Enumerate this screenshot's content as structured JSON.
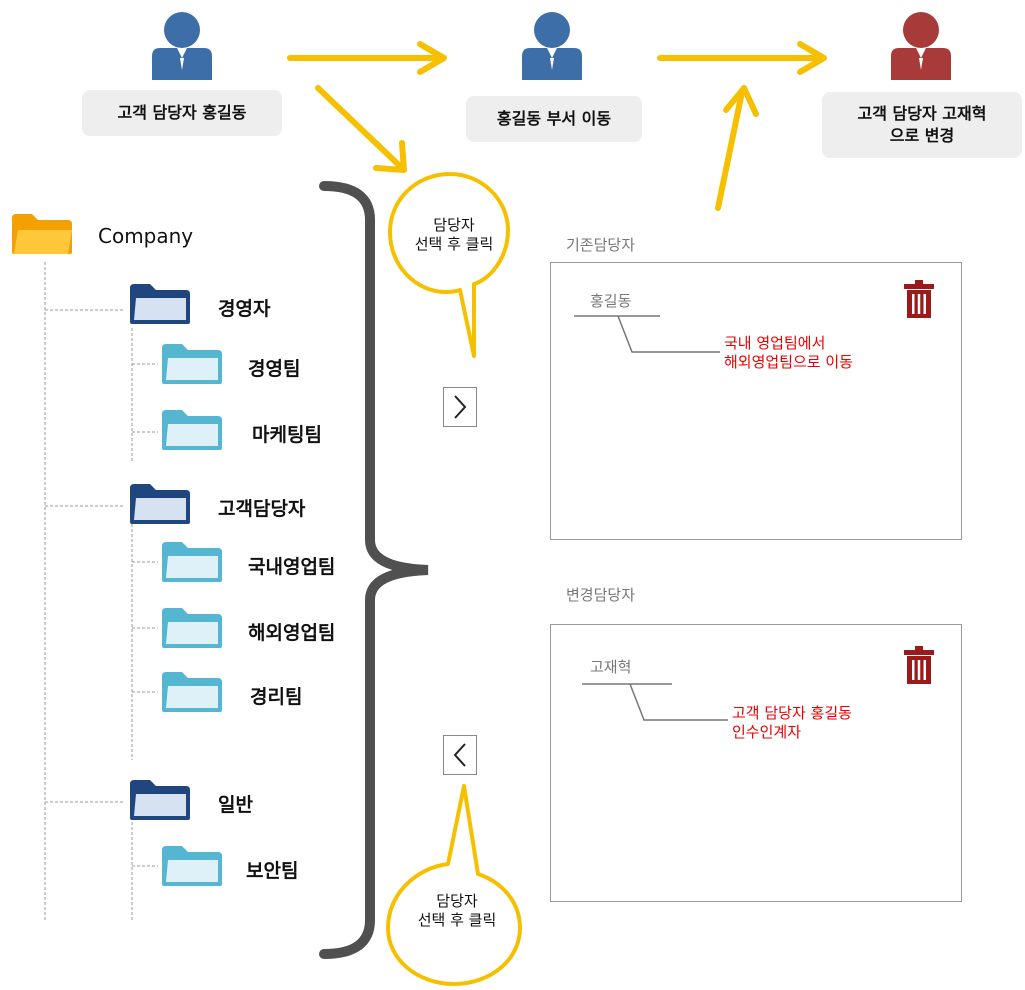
{
  "people": {
    "p1": "고객 담당자 홍길동",
    "p2": "홍길동 부서 이동",
    "p3": "고객 담당자 고재혁\n으로 변경"
  },
  "tree": {
    "root": "Company",
    "groups": [
      {
        "label": "경영자",
        "children": [
          "경영팀",
          "마케팅팀"
        ]
      },
      {
        "label": "고객담당자",
        "children": [
          "국내영업팀",
          "해외영업팀",
          "경리팀"
        ]
      },
      {
        "label": "일반",
        "children": [
          "보안팀"
        ]
      }
    ]
  },
  "bubbles": {
    "top": "담당자\n선택 후 클릭",
    "bottom": "담당자\n선택 후 클릭"
  },
  "existing_box": {
    "title": "기존담당자",
    "name": "홍길동",
    "note": "국내 영업팀에서\n해외영업팀으로 이동"
  },
  "changed_box": {
    "title": "변경담당자",
    "name": "고재혁",
    "note": "고객 담당자 홍길동\n인수인계자"
  },
  "colors": {
    "person_blue": "#3e6ea8",
    "person_red": "#a83a3a",
    "arrow_yellow": "#f6c000",
    "folder_dark": "#20467f",
    "folder_light": "#55b6d2",
    "folder_root": "#f4a000",
    "trash": "#9b1a1a",
    "note_red": "#ee0000"
  },
  "icons": {
    "person": "person-icon",
    "folder": "folder-icon",
    "trash": "trash-icon",
    "next": "chevron-right-icon",
    "prev": "chevron-left-icon"
  }
}
